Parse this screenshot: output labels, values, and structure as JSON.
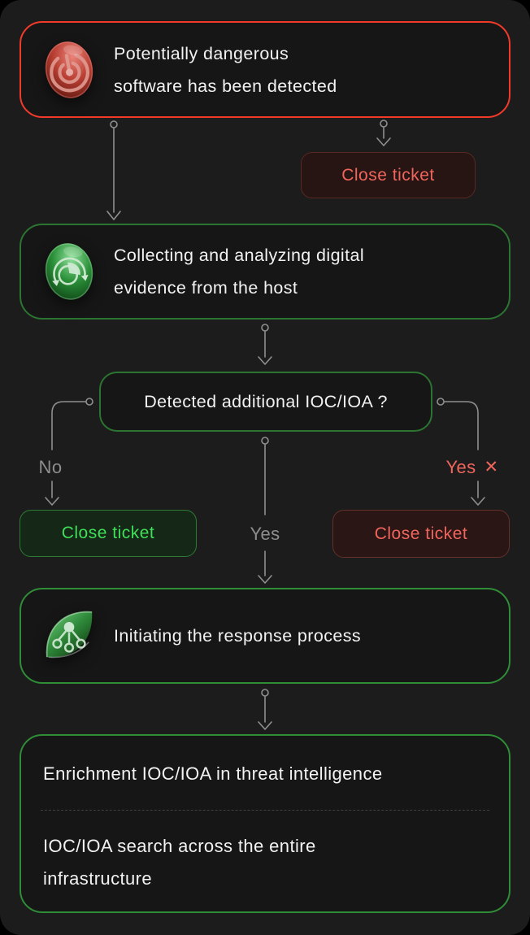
{
  "diagram": {
    "alert_box": {
      "line1": "Potentially dangerous",
      "line2": "software has been detected"
    },
    "close_ticket_top": {
      "label": "Close ticket"
    },
    "collect_box": {
      "line1": "Collecting and analyzing digital",
      "line2": "evidence from the host"
    },
    "decision_box": {
      "label": "Detected additional IOC/IOA ?"
    },
    "labels": {
      "no": "No",
      "yes_center": "Yes",
      "yes_right": "Yes",
      "yes_right_mark": "✕"
    },
    "close_ticket_no": {
      "label": "Close ticket"
    },
    "close_ticket_yes": {
      "label": "Close ticket"
    },
    "response_box": {
      "label": "Initiating the response process"
    },
    "final_box": {
      "line1": "Enrichment IOC/IOA in threat intelligence",
      "line2": "IOC/IOA search across the entire",
      "line3": "infrastructure"
    }
  },
  "icons": {
    "alert": "threat-radar-icon",
    "collect": "analysis-pie-icon",
    "response": "response-network-icon"
  },
  "colors": {
    "page_bg": "#000000",
    "card_bg": "#1c1c1c",
    "box_bg": "#161616",
    "red_accent": "#f23a2b",
    "green_border_dark": "#2b7431",
    "green_border": "#2f8d38",
    "salmon_text": "#f0655c",
    "green_text": "#3fdf58",
    "gray_connector": "#8f8f8f",
    "white_text": "#f2f2f2"
  }
}
